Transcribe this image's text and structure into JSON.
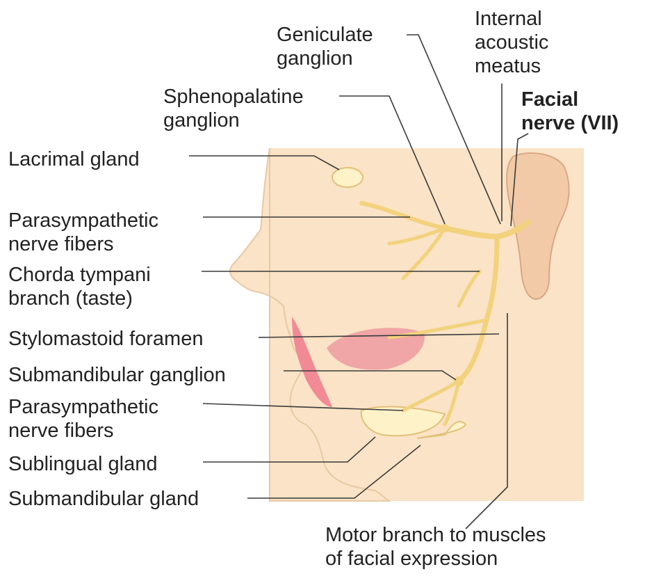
{
  "colors": {
    "skin": "#fae3c6",
    "nerve": "#f2d27c",
    "tongue": "#f0a5a6",
    "lip": "#f18a95",
    "line": "#3a3a3a"
  },
  "labels": {
    "geniculate": [
      "Geniculate",
      "ganglion"
    ],
    "internal": [
      "Internal",
      "acoustic",
      "meatus"
    ],
    "facial": [
      "Facial",
      "nerve (VII)"
    ],
    "sphenopalatine": [
      "Sphenopalatine",
      "ganglion"
    ],
    "lacrimal": "Lacrimal gland",
    "parasym1": [
      "Parasympathetic",
      "nerve fibers"
    ],
    "chorda": [
      "Chorda tympani",
      "branch (taste)"
    ],
    "stylomastoid": "Stylomastoid foramen",
    "submandibular_ganglion": "Submandibular ganglion",
    "parasym2": [
      "Parasympathetic",
      "nerve fibers"
    ],
    "sublingual": "Sublingual gland",
    "submandibular_gland": "Submandibular gland",
    "motor": [
      "Motor branch to muscles",
      "of facial expression"
    ]
  }
}
